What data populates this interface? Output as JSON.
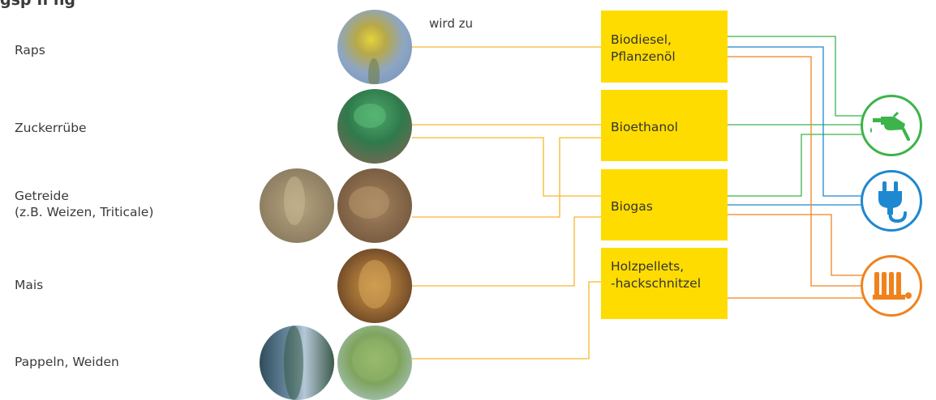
{
  "title": "gsp fi        ng",
  "crops": [
    {
      "id": "raps",
      "lines": [
        "Raps"
      ]
    },
    {
      "id": "zuckerruebe",
      "lines": [
        "Zuckerrübe"
      ]
    },
    {
      "id": "getreide",
      "lines": [
        "Getreide",
        "(z.B. Weizen, Triticale)"
      ]
    },
    {
      "id": "mais",
      "lines": [
        "Mais"
      ]
    },
    {
      "id": "pappeln",
      "lines": [
        "Pappeln, Weiden"
      ]
    }
  ],
  "connector_label": "wird zu",
  "products": [
    {
      "id": "biodiesel",
      "lines": [
        "Biodiesel,",
        "Pflanzenöl"
      ]
    },
    {
      "id": "bioethanol",
      "lines": [
        "Bioethanol"
      ]
    },
    {
      "id": "biogas",
      "lines": [
        "Biogas"
      ]
    },
    {
      "id": "holz",
      "lines": [
        "Holzpellets,",
        "-hackschnitzel"
      ]
    }
  ],
  "uses": [
    {
      "id": "fuel",
      "icon": "fuel-pump-icon",
      "color": "#3cb44b"
    },
    {
      "id": "power",
      "icon": "power-plug-icon",
      "color": "#1e88d0"
    },
    {
      "id": "heat",
      "icon": "radiator-icon",
      "color": "#f0821e"
    }
  ],
  "colors": {
    "box": "#ffdc00",
    "crop_line": "#f5b82e",
    "fuel": "#3cb44b",
    "power": "#1e88d0",
    "heat": "#f0821e"
  }
}
